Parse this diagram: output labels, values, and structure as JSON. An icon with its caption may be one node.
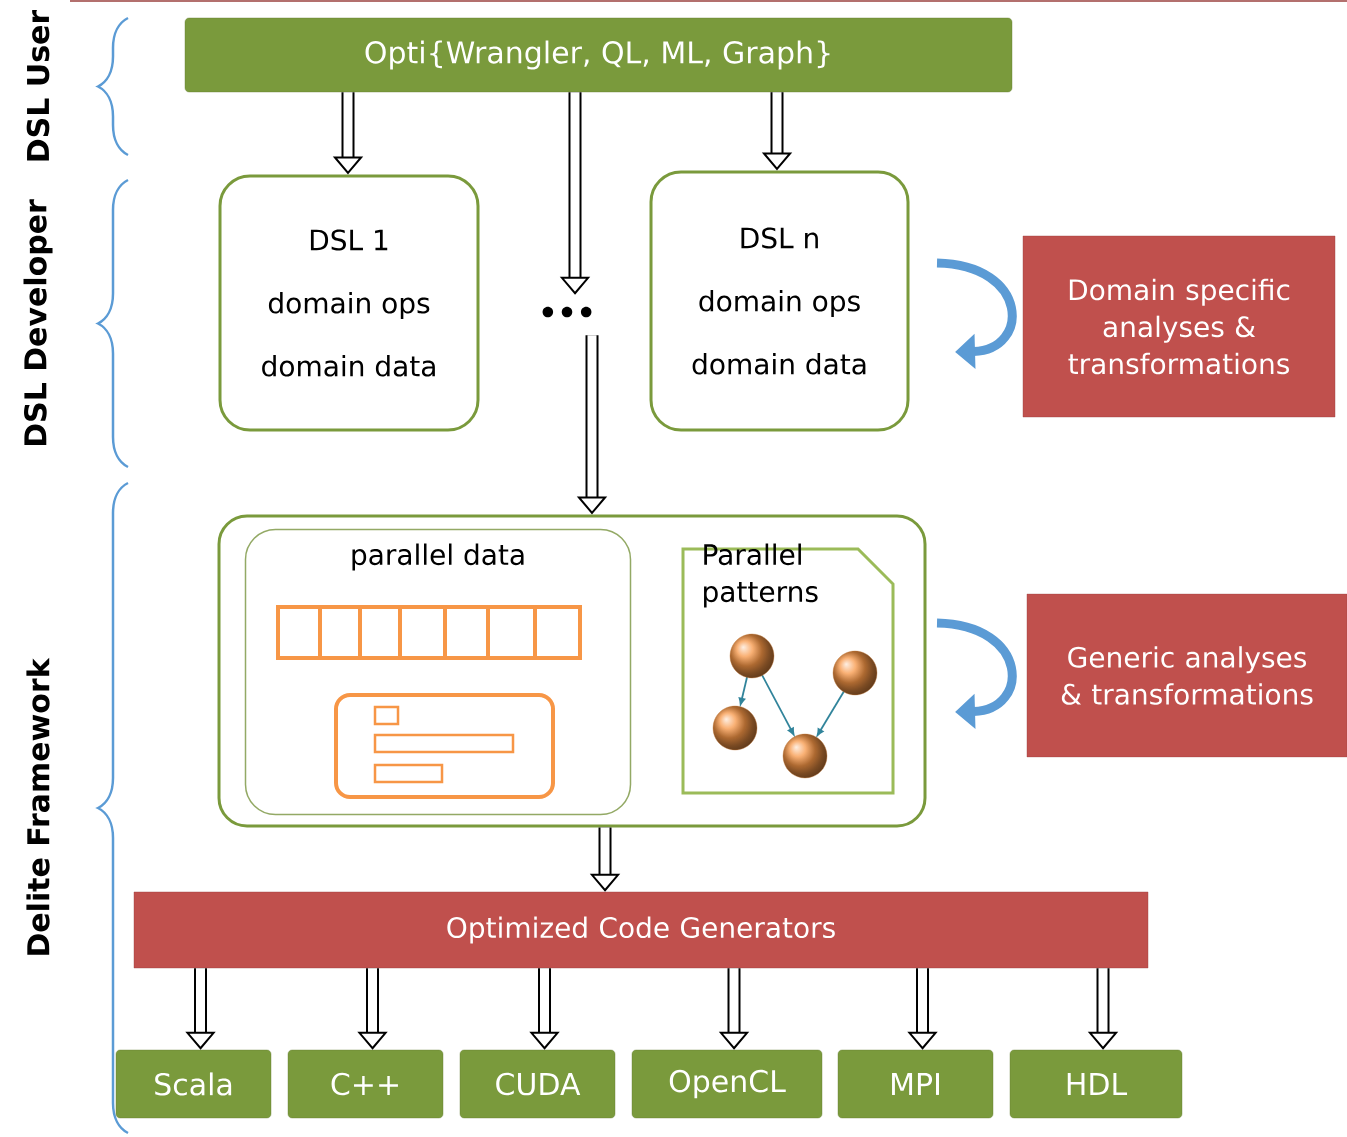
{
  "diagram": {
    "nodes": [
      {
        "text": [
          "Opti{Wrangler, QL, ML, Graph}"
        ]
      },
      {
        "text": [
          "DSL 1",
          "domain ops",
          "domain data"
        ]
      },
      {
        "text": [
          "•••"
        ]
      },
      {
        "text": [
          "DSL n",
          "domain ops",
          "domain data"
        ]
      },
      {
        "text": [
          "Domain specific analyses & transformations"
        ]
      },
      {
        "text": [],
        "shape": "box"
      },
      {
        "text": [
          "parallel data"
        ],
        "in": 5
      },
      {
        "text": [
          "Parallel patterns"
        ],
        "in": 5
      },
      {
        "text": [
          "Generic analyses & transformations"
        ]
      },
      {
        "text": [
          "Optimized Code Generators"
        ]
      },
      {
        "text": [
          "Scala"
        ]
      },
      {
        "text": [
          "C++"
        ]
      },
      {
        "text": [
          "CUDA"
        ]
      },
      {
        "text": [
          "OpenCL"
        ]
      },
      {
        "text": [
          "MPI"
        ]
      },
      {
        "text": [
          "HDL"
        ]
      }
    ],
    "edges": [
      {
        "from": 0,
        "to": 1,
        "arrow": "to"
      },
      {
        "from": 0,
        "to": 2,
        "arrow": "to"
      },
      {
        "from": 0,
        "to": 3,
        "arrow": "to"
      },
      {
        "from": 2,
        "to": 5,
        "arrow": "to"
      },
      {
        "from": 5,
        "to": 9,
        "arrow": "to"
      },
      {
        "from": 9,
        "to": 10,
        "arrow": "to"
      },
      {
        "from": 9,
        "to": 11,
        "arrow": "to"
      },
      {
        "from": 9,
        "to": 12,
        "arrow": "to"
      },
      {
        "from": 9,
        "to": 13,
        "arrow": "to"
      },
      {
        "from": 9,
        "to": 14,
        "arrow": "to"
      },
      {
        "from": 9,
        "to": 15,
        "arrow": "to"
      }
    ],
    "labels": [
      "DSL User",
      "DSL Developer",
      "Delite Framework"
    ]
  }
}
